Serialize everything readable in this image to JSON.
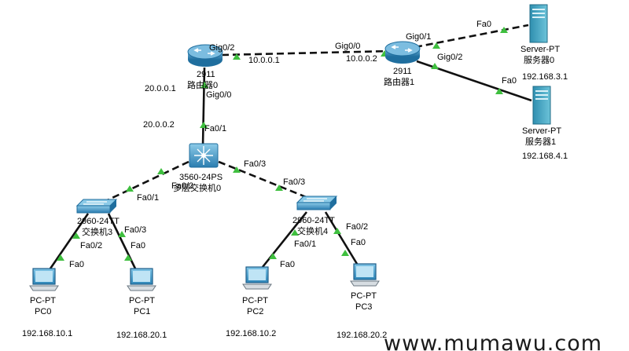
{
  "devices": {
    "router0": {
      "model": "2911",
      "name": "路由器0"
    },
    "router1": {
      "model": "2911",
      "name": "路由器1"
    },
    "server0": {
      "model": "Server-PT",
      "name": "服务器0",
      "ip": "192.168.3.1"
    },
    "server1": {
      "model": "Server-PT",
      "name": "服务器1",
      "ip": "192.168.4.1"
    },
    "switch0": {
      "model": "3560-24PS",
      "name": "多层交换机0"
    },
    "switch3": {
      "model": "2960-24TT",
      "name": "交换机3"
    },
    "switch4": {
      "model": "2960-24TT",
      "name": "交换机4"
    },
    "pc0": {
      "model": "PC-PT",
      "name": "PC0",
      "ip": "192.168.10.1"
    },
    "pc1": {
      "model": "PC-PT",
      "name": "PC1",
      "ip": "192.168.20.1"
    },
    "pc2": {
      "model": "PC-PT",
      "name": "PC2",
      "ip": "192.168.10.2"
    },
    "pc3": {
      "model": "PC-PT",
      "name": "PC3",
      "ip": "192.168.20.2"
    }
  },
  "addresses": {
    "r0_gig02": "10.0.0.1",
    "r1_gig00": "10.0.0.2",
    "r0_gig00": "20.0.0.1",
    "sw0_fa01": "20.0.0.2"
  },
  "ports": {
    "r0_gig02": "Gig0/2",
    "r1_gig00": "Gig0/0",
    "r1_gig01": "Gig0/1",
    "r1_gig02": "Gig0/2",
    "s0_fa0": "Fa0",
    "s1_fa0": "Fa0",
    "r0_gig00": "Gig0/0",
    "sw0_fa01": "Fa0/1",
    "sw0_fa02": "Fa0/2",
    "sw0_fa03": "Fa0/3",
    "sw3_fa01": "Fa0/1",
    "sw3_fa02": "Fa0/2",
    "sw3_fa03": "Fa0/3",
    "sw4_fa03": "Fa0/3",
    "sw4_fa01": "Fa0/1",
    "sw4_fa02": "Fa0/2",
    "pc0_fa0": "Fa0",
    "pc1_fa0": "Fa0",
    "pc2_fa0": "Fa0",
    "pc3_fa0": "Fa0"
  },
  "watermark": "www.mumawu.com",
  "colors": {
    "link": "#111111",
    "status_up": "#3fbf3f",
    "device_blue": "#2a7fb5",
    "server_teal": "#3a9bb5"
  }
}
